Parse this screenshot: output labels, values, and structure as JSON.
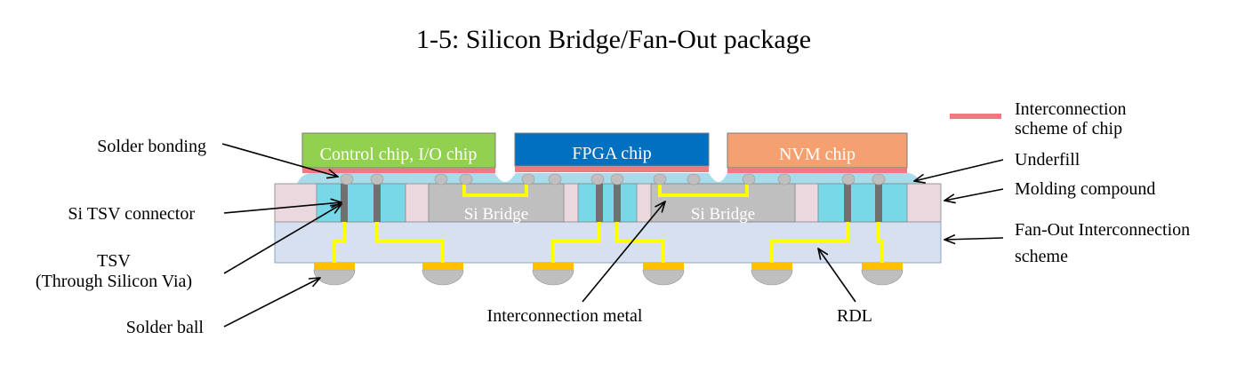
{
  "title": "1-5: Silicon Bridge/Fan-Out package",
  "chips": {
    "control": "Control chip, I/O chip",
    "fpga": "FPGA chip",
    "nvm": "NVM chip"
  },
  "bridges": {
    "left": "Si Bridge",
    "right": "Si Bridge"
  },
  "labels": {
    "solder_bonding": "Solder bonding",
    "si_tsv_connector": "Si TSV connector",
    "tsv_line1": "TSV",
    "tsv_line2": "(Through Silicon Via)",
    "solder_ball": "Solder ball",
    "interconnection_metal": "Interconnection metal",
    "rdl": "RDL",
    "legend_line1": "Interconnection",
    "legend_line2": "scheme of chip",
    "underfill": "Underfill",
    "molding_compound": "Molding compound",
    "fanout_line1": "Fan-Out Interconnection",
    "fanout_line2": "scheme"
  },
  "colors": {
    "control_chip": "#92d050",
    "fpga_chip": "#0070c0",
    "nvm_chip": "#f4a070",
    "interconnection": "#f07880",
    "underfill": "#a8dcea",
    "molding": "#ead8de",
    "tsv_connector": "#78d8e8",
    "si_bridge": "#bfbfbf",
    "fanout_layer": "#d6e0f0",
    "metal": "#ffff00",
    "pad": "#ffc000",
    "bump": "#bfbfbf",
    "tsv": "#707070"
  }
}
